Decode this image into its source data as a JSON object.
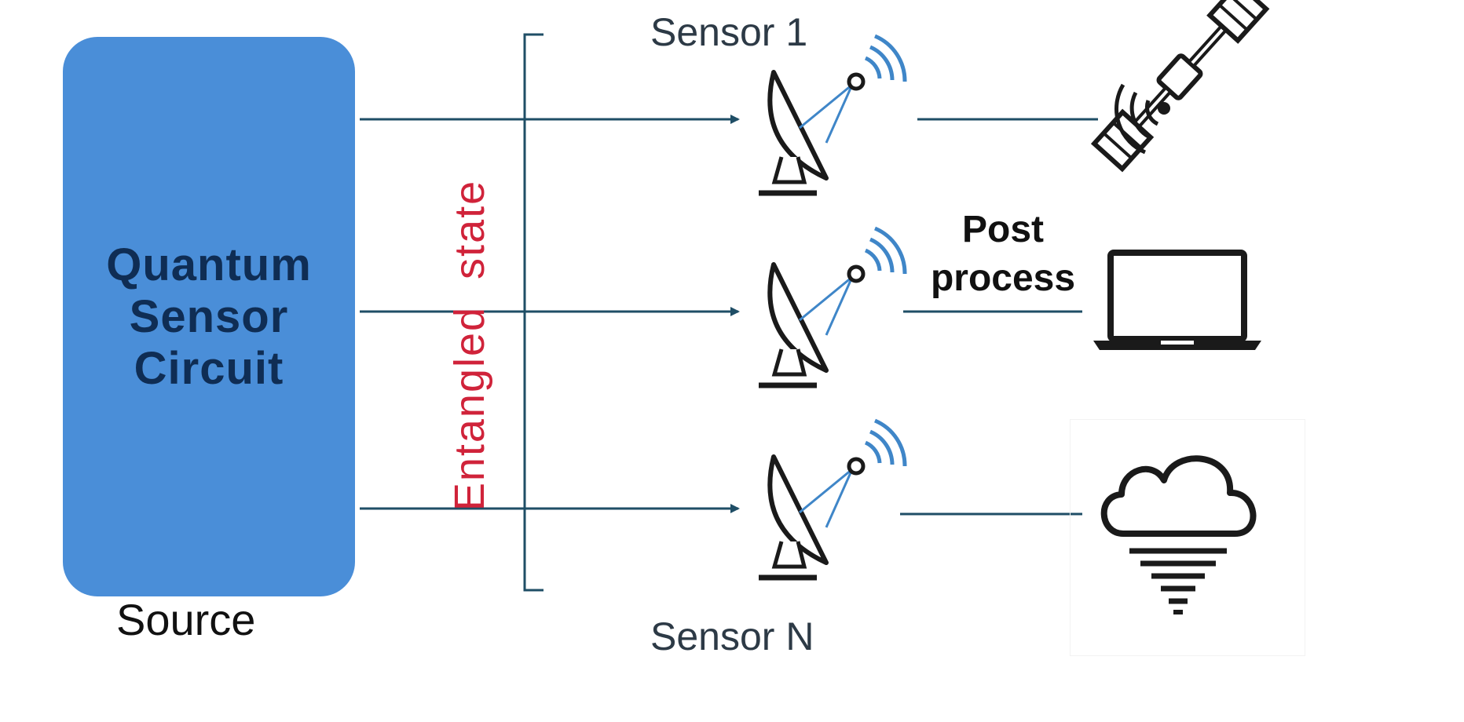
{
  "source": {
    "title_lines": [
      "Quantum",
      "Sensor",
      "Circuit"
    ],
    "caption": "Source"
  },
  "entangled_label": "Entangled  state",
  "sensors": {
    "first_label": "Sensor 1",
    "last_label": "Sensor N"
  },
  "post_process": {
    "line1": "Post",
    "line2": "process"
  },
  "icons": {
    "source_box": "quantum-sensor-circuit-box",
    "dish": "satellite-dish-icon",
    "satellite": "satellite-icon",
    "laptop": "laptop-icon",
    "cloud": "cloud-icon"
  },
  "colors": {
    "source_box": "#4a8ed8",
    "source_text": "#0f2d54",
    "entangled_text": "#d0233a",
    "arrow": "#1f4e66",
    "signal_waves": "#3f86c8",
    "icon_stroke": "#1a1a1a"
  }
}
